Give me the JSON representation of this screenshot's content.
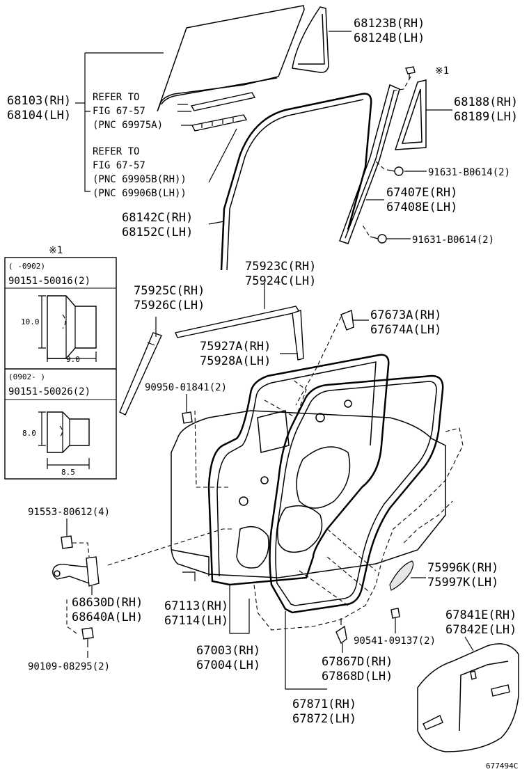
{
  "labels": {
    "glass_fixed": [
      "68123B(RH)",
      "68124B(LH)"
    ],
    "glass_main": [
      "68103(RH)",
      "68104(LH)"
    ],
    "refer1": [
      "REFER TO",
      "FIG 67-57",
      "(PNC 69975A)"
    ],
    "refer2": [
      "REFER TO",
      "FIG 67-57",
      "(PNC 69905B(RH))",
      "(PNC 69906B(LH))"
    ],
    "note_mark": "※1",
    "quarter_seal": [
      "68188(RH)",
      "68189(LH)"
    ],
    "bolt_upper": "91631-B0614(2)",
    "channel": [
      "67407E(RH)",
      "67408E(LH)"
    ],
    "bolt_lower": "91631-B0614(2)",
    "run_channel": [
      "68142C(RH)",
      "68152C(LH)"
    ],
    "belt_outer": [
      "75923C(RH)",
      "75924C(LH)"
    ],
    "garnish_front": [
      "75925C(RH)",
      "75926C(LH)"
    ],
    "clip_hinge": [
      "67673A(RH)",
      "67674A(LH)"
    ],
    "belt_inner": [
      "75927A(RH)",
      "75928A(LH)"
    ],
    "cushion": "90950-01841(2)",
    "bolt_check": "91553-80612(4)",
    "check_assy": [
      "68630D(RH)",
      "68640A(LH)"
    ],
    "bolt_check2": "90109-08295(2)",
    "protector": [
      "75996K(RH)",
      "75997K(LH)"
    ],
    "door_panel": [
      "67113(RH)",
      "67114(LH)"
    ],
    "door_assy": [
      "67003(RH)",
      "67004(LH)"
    ],
    "screw_trim": "90541-09137(2)",
    "service_hole": [
      "67841E(RH)",
      "67842E(LH)"
    ],
    "weatherstrip_clip": [
      "67867D(RH)",
      "67868D(LH)"
    ],
    "weatherstrip": [
      "67871(RH)",
      "67872(LH)"
    ],
    "fig_no": "677494C"
  },
  "inset": {
    "mark": "※1",
    "box1": {
      "date": "(    -0902)",
      "part": "90151-50016(2)",
      "dim_h": "10.0",
      "dim_w": "9.0"
    },
    "box2": {
      "date": "(0902-    )",
      "part": "90151-50026(2)",
      "dim_h": "8.0",
      "dim_w": "8.5"
    }
  }
}
